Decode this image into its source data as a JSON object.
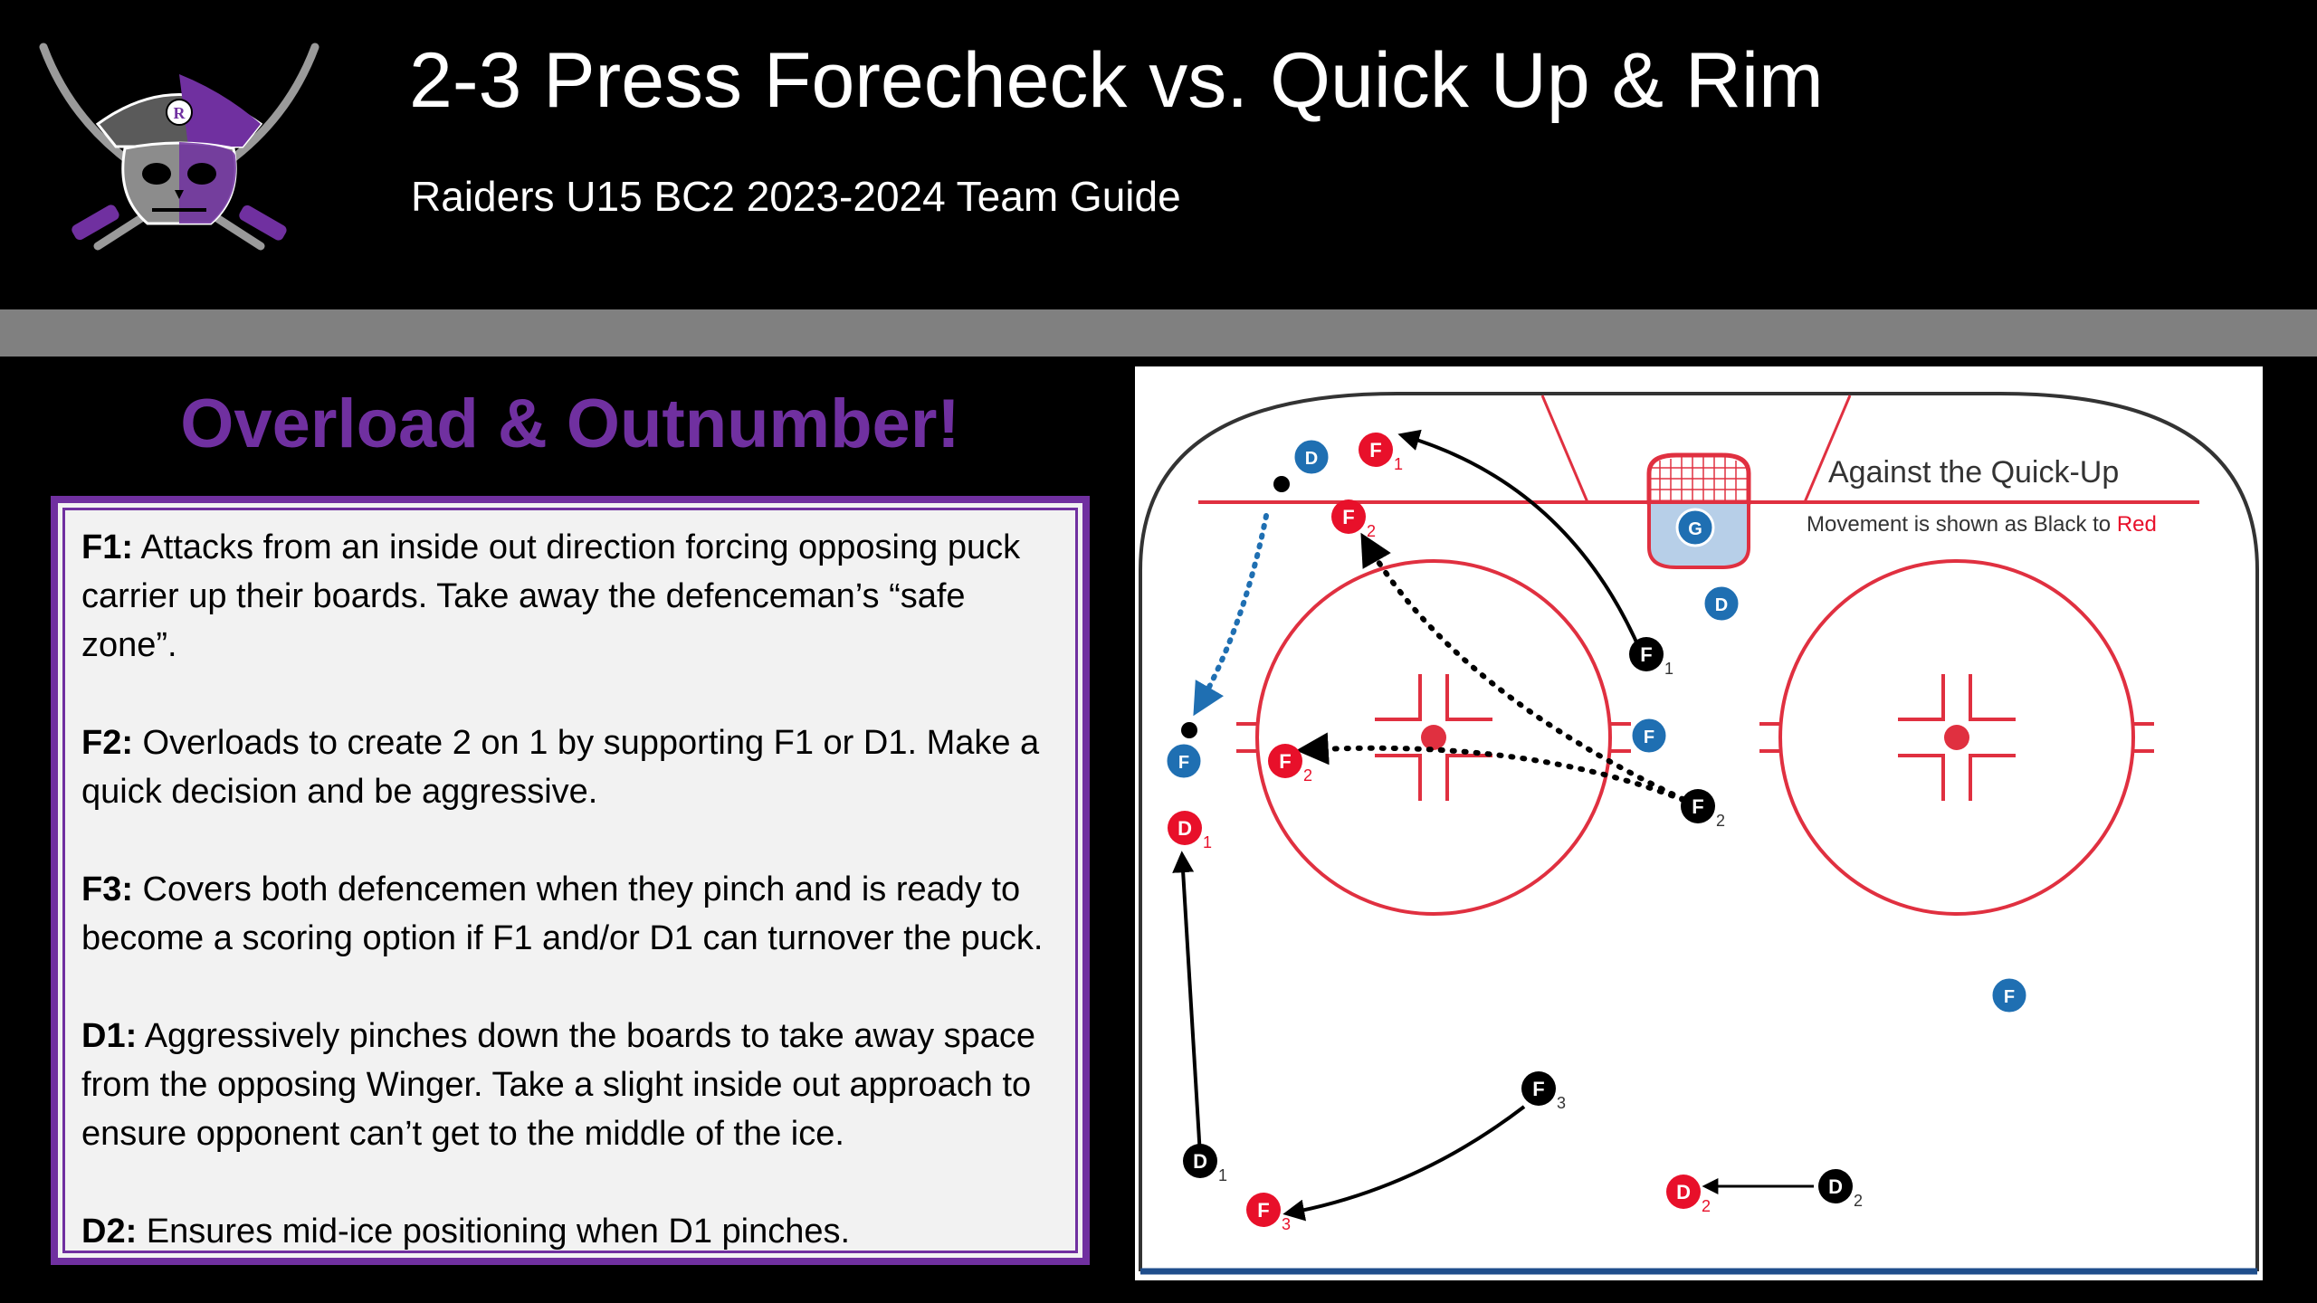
{
  "header": {
    "title": "2-3 Press Forecheck vs. Quick Up & Rim",
    "subtitle": "Raiders U15 BC2 2023-2024 Team Guide",
    "logo_icon": "pirate-skull-crossed-swords-logo",
    "logo_letter": "R"
  },
  "colors": {
    "background": "#000000",
    "band": "#808080",
    "accent_purple": "#7030a0",
    "text_box_bg": "#f2f2f2",
    "rink_red": "#e03040",
    "red_player": "#e8102a",
    "blue_player": "#1f6fb2",
    "black_player": "#000000",
    "dotted_arrow_blue": "#1f6fb2"
  },
  "main": {
    "heading": "Overload & Outnumber!",
    "roles": [
      {
        "key": "F1:",
        "text": " Attacks from an inside out direction forcing opposing puck carrier up their boards. Take away the defenceman’s “safe zone”."
      },
      {
        "key": "F2:",
        "text": " Overloads to create 2 on 1 by supporting F1 or D1. Make a quick decision and be aggressive."
      },
      {
        "key": "F3:",
        "text": " Covers both defencemen when they pinch and is ready to become a scoring option if F1 and/or D1 can turnover the puck."
      },
      {
        "key": "D1:",
        "text": " Aggressively pinches down the boards to take away space from the opposing Winger. Take a slight inside out approach to ensure opponent can’t get to the middle of the ice."
      },
      {
        "key": "D2:",
        "text": " Ensures mid-ice positioning when D1 pinches."
      }
    ]
  },
  "rink": {
    "label_title": "Against the Quick-Up",
    "legend_prefix": "Movement is shown as ",
    "legend_black": "Black",
    "legend_to": " to ",
    "legend_red": "Red",
    "players": [
      {
        "name": "player-red-f1",
        "letter": "F",
        "sub": "1",
        "color": "red"
      },
      {
        "name": "player-red-f2-top",
        "letter": "F",
        "sub": "2",
        "color": "red"
      },
      {
        "name": "player-red-f2-mid",
        "letter": "F",
        "sub": "2",
        "color": "red"
      },
      {
        "name": "player-red-d1",
        "letter": "D",
        "sub": "1",
        "color": "red"
      },
      {
        "name": "player-red-f3",
        "letter": "F",
        "sub": "3",
        "color": "red"
      },
      {
        "name": "player-red-d2",
        "letter": "D",
        "sub": "2",
        "color": "red"
      },
      {
        "name": "player-black-f1",
        "letter": "F",
        "sub": "1",
        "color": "black"
      },
      {
        "name": "player-black-f2",
        "letter": "F",
        "sub": "2",
        "color": "black"
      },
      {
        "name": "player-black-f3",
        "letter": "F",
        "sub": "3",
        "color": "black"
      },
      {
        "name": "player-black-d1",
        "letter": "D",
        "sub": "1",
        "color": "black"
      },
      {
        "name": "player-black-d2",
        "letter": "D",
        "sub": "2",
        "color": "black"
      },
      {
        "name": "player-blue-d-corner",
        "letter": "D",
        "sub": "",
        "color": "blue"
      },
      {
        "name": "player-blue-goalie",
        "letter": "G",
        "sub": "",
        "color": "blue"
      },
      {
        "name": "player-blue-d-net",
        "letter": "D",
        "sub": "",
        "color": "blue"
      },
      {
        "name": "player-blue-f-slot",
        "letter": "F",
        "sub": "",
        "color": "blue"
      },
      {
        "name": "player-blue-f-wall",
        "letter": "F",
        "sub": "",
        "color": "blue"
      },
      {
        "name": "player-blue-f-neutral",
        "letter": "F",
        "sub": "",
        "color": "blue"
      }
    ]
  }
}
